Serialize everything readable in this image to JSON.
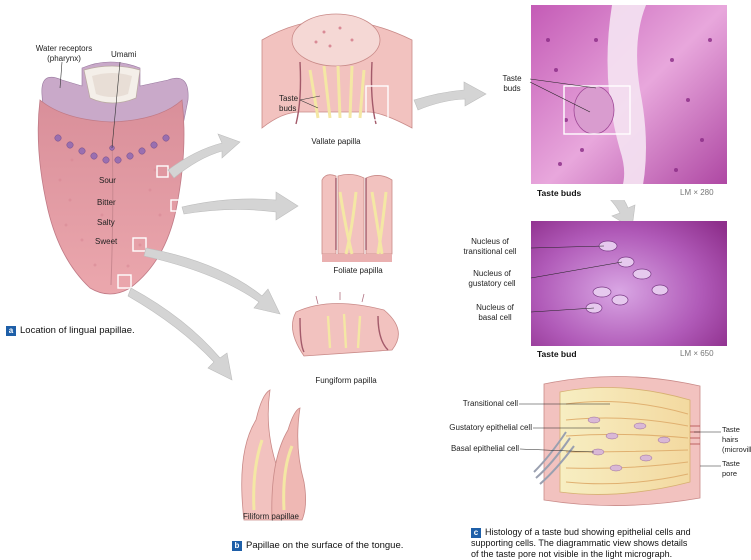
{
  "panel_a": {
    "badge": "a",
    "caption": "Location of lingual papillae.",
    "labels": {
      "water_receptors": "Water receptors\n(pharynx)",
      "umami": "Umami",
      "sour": "Sour",
      "bitter": "Bitter",
      "salty": "Salty",
      "sweet": "Sweet"
    }
  },
  "panel_b": {
    "badge": "b",
    "caption": "Papillae on the surface of the tongue.",
    "labels": {
      "taste_buds": "Taste\nbuds",
      "vallate": "Vallate papilla",
      "foliate": "Foliate papilla",
      "fungiform": "Fungiform papilla",
      "filiform": "Filiform papillae"
    }
  },
  "panel_c": {
    "badge": "c",
    "caption": "Histology of a taste bud showing epithelial cells and\nsupporting cells. The diagrammatic view shows details\nof the taste pore not visible in the light micrograph.",
    "micrograph_1": {
      "label": "Taste buds",
      "magnification": "LM × 280",
      "pointer": "Taste\nbuds"
    },
    "micrograph_2": {
      "label": "Taste bud",
      "magnification": "LM × 650",
      "nucleus_transitional": "Nucleus of\ntransitional cell",
      "nucleus_gustatory": "Nucleus of\ngustatory cell",
      "nucleus_basal": "Nucleus of\nbasal cell"
    },
    "diagram": {
      "transitional": "Transitional cell",
      "gustatory": "Gustatory epithelial cell",
      "basal": "Basal epithelial cell",
      "taste_hairs": "Taste hairs\n(microvilli)",
      "taste_pore": "Taste\npore"
    }
  },
  "colors": {
    "tongue": "#e8a0a8",
    "tissue_pink": "#f2c2bf",
    "histology_purple": "#b14aa8",
    "arrow_gray": "#cfcfcf",
    "badge_blue": "#1e5fa8"
  }
}
